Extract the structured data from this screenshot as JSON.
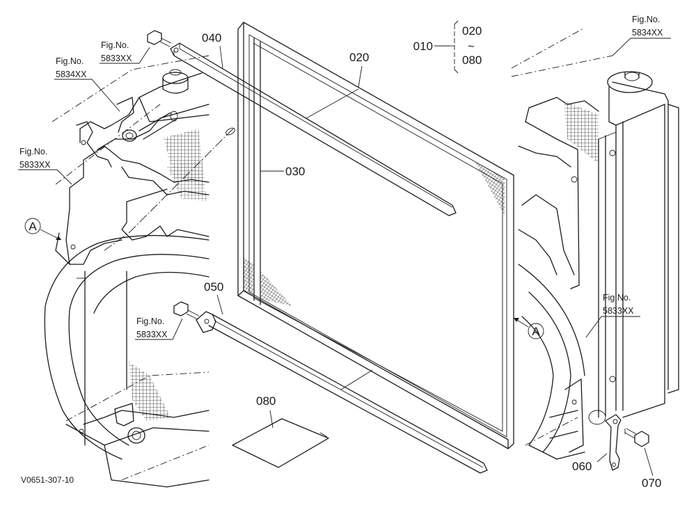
{
  "diagram": {
    "code": "V0651-307-10",
    "range": {
      "from": "010",
      "top": "020",
      "tilde": "~",
      "bottom": "080"
    },
    "parts": [
      {
        "id": "p040",
        "no": "040"
      },
      {
        "id": "p020",
        "no": "020"
      },
      {
        "id": "p030",
        "no": "030"
      },
      {
        "id": "p050",
        "no": "050"
      },
      {
        "id": "p080",
        "no": "080"
      },
      {
        "id": "p060",
        "no": "060"
      },
      {
        "id": "p070",
        "no": "070"
      }
    ],
    "fig_refs": [
      {
        "id": "ref1",
        "caption": "Fig.No.",
        "number": "5833XX"
      },
      {
        "id": "ref2",
        "caption": "Fig.No.",
        "number": "5834XX"
      },
      {
        "id": "ref3",
        "caption": "Fig.No.",
        "number": "5833XX"
      },
      {
        "id": "ref4",
        "caption": "Fig.No.",
        "number": "5834XX"
      },
      {
        "id": "ref5",
        "caption": "Fig.No.",
        "number": "5833XX"
      },
      {
        "id": "ref6",
        "caption": "Fig.No.",
        "number": "5833XX"
      }
    ],
    "view_markers": [
      {
        "id": "viewA1",
        "letter": "A"
      },
      {
        "id": "viewA2",
        "letter": "A"
      }
    ]
  }
}
